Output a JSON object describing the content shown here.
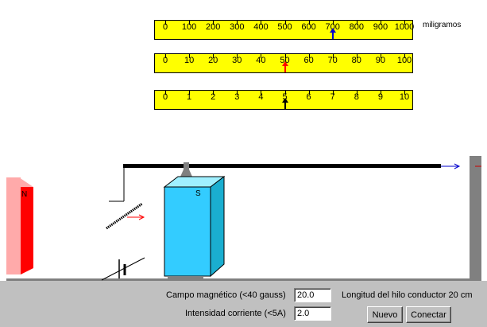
{
  "scales": [
    {
      "id": "mg1000",
      "ticks": [
        "0",
        "100",
        "200",
        "300",
        "400",
        "500",
        "600",
        "700",
        "800",
        "900",
        "1000"
      ],
      "pointer_value": 700,
      "max": 1000,
      "pointer_color": "#0000cc"
    },
    {
      "id": "mg100",
      "ticks": [
        "0",
        "10",
        "20",
        "30",
        "40",
        "50",
        "60",
        "70",
        "80",
        "90",
        "100"
      ],
      "pointer_value": 50,
      "max": 100,
      "pointer_color": "#ff0000"
    },
    {
      "id": "mg10",
      "ticks": [
        "0",
        "1",
        "2",
        "3",
        "4",
        "5",
        "6",
        "7",
        "8",
        "9",
        "10"
      ],
      "pointer_value": 5,
      "max": 10,
      "pointer_color": "#000000"
    }
  ],
  "unit_label": "miligramos",
  "magnets": {
    "left_pole": "N",
    "right_pole": "S"
  },
  "controls": {
    "field_label": "Campo magnético (<40 gauss)",
    "field_value": "20.0",
    "current_label": "Intensidad corriente (<5A)",
    "current_value": "2.0",
    "wire_length_text": "Longitud del hilo conductor 20 cm",
    "new_button": "Nuevo",
    "connect_button": "Conectar"
  },
  "colors": {
    "scale_bg": "#ffff00",
    "n_magnet": "#ff0000",
    "s_magnet": "#33ccff",
    "panel": "#c0c0c0"
  }
}
